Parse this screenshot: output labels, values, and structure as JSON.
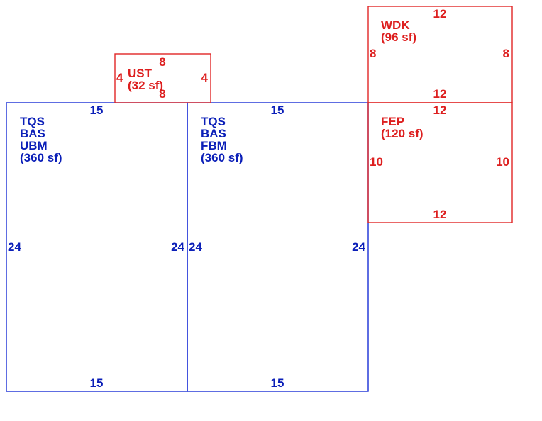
{
  "colors": {
    "blue": "#0b1fb8",
    "red": "#dd1f1f"
  },
  "areas": [
    {
      "id": "ubm",
      "color": "blue",
      "labels": [
        "TQS",
        "BAS",
        "UBM",
        "(360 sf)"
      ],
      "dims": {
        "top": "15",
        "bottom": "15",
        "left": "24",
        "right": "24"
      }
    },
    {
      "id": "fbm",
      "color": "blue",
      "labels": [
        "TQS",
        "BAS",
        "FBM",
        "(360 sf)"
      ],
      "dims": {
        "top": "15",
        "bottom": "15",
        "left": "24",
        "right": "24"
      }
    },
    {
      "id": "ust",
      "color": "red",
      "labels": [
        "UST",
        "(32 sf)"
      ],
      "dims": {
        "top": "8",
        "bottom": "8",
        "left": "4",
        "right": "4"
      }
    },
    {
      "id": "wdk",
      "color": "red",
      "labels": [
        "WDK",
        "(96 sf)"
      ],
      "dims": {
        "top": "12",
        "bottom": "12",
        "left": "8",
        "right": "8"
      }
    },
    {
      "id": "fep",
      "color": "red",
      "labels": [
        "FEP",
        "(120 sf)"
      ],
      "dims": {
        "top": "12",
        "bottom": "12",
        "left": "10",
        "right": "10"
      }
    }
  ]
}
